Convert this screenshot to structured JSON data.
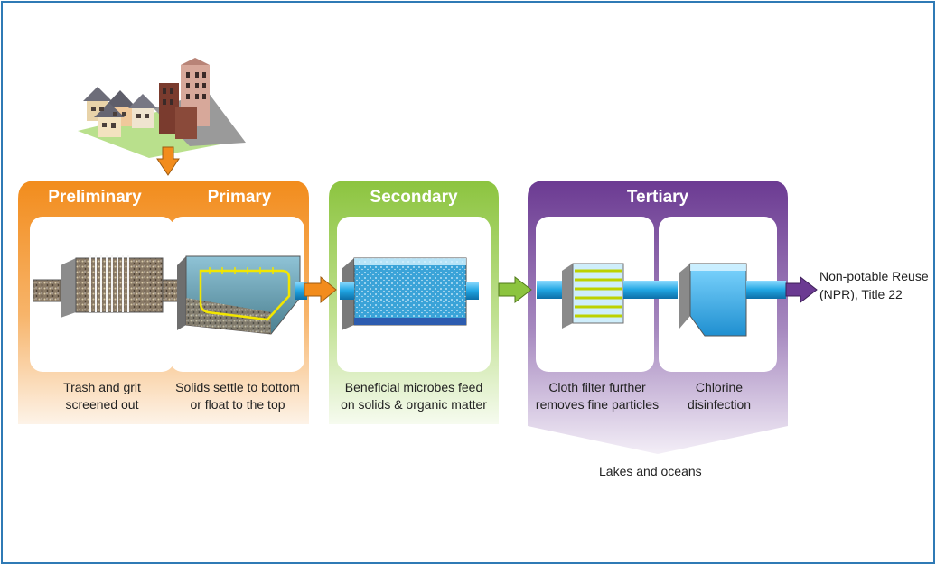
{
  "colors": {
    "border": "#2f7ab5",
    "orange": "#f28c1c",
    "green": "#8cc43f",
    "purple": "#6b3a92",
    "water": "#21a6e3"
  },
  "stages": {
    "preliminary": {
      "title": "Preliminary",
      "caption_line1": "Trash and grit",
      "caption_line2": "screened out"
    },
    "primary": {
      "title": "Primary",
      "caption_line1": "Solids settle to bottom",
      "caption_line2": "or float to the top"
    },
    "secondary": {
      "title": "Secondary",
      "caption_line1": "Beneficial microbes feed",
      "caption_line2": "on solids & organic matter"
    },
    "tertiary": {
      "title": "Tertiary",
      "filter_caption_line1": "Cloth filter further",
      "filter_caption_line2": "removes fine particles",
      "chlorine_caption_line1": "Chlorine",
      "chlorine_caption_line2": "disinfection"
    }
  },
  "outlets": {
    "reuse_line1": "Non-potable Reuse",
    "reuse_line2": "(NPR), Title 22",
    "discharge": "Lakes and oceans"
  }
}
